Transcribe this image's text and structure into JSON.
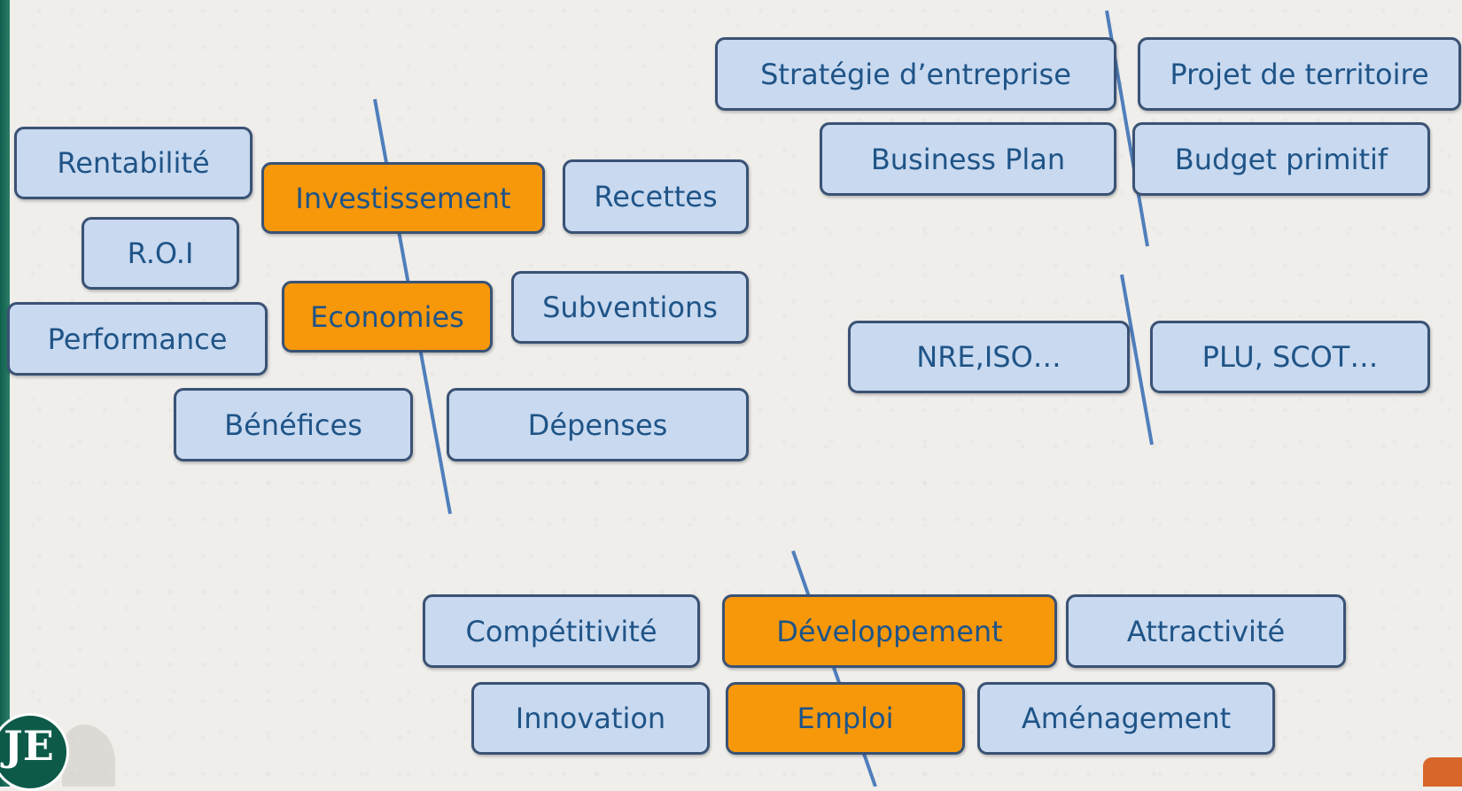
{
  "clusters": {
    "finance": {
      "rentabilite": "Rentabilité",
      "investissement": "Investissement",
      "recettes": "Recettes",
      "roi": "R.O.I",
      "economies": "Economies",
      "subventions": "Subventions",
      "performance": "Performance",
      "benefices": "Bénéfices",
      "depenses": "Dépenses"
    },
    "strategy": {
      "strategie_entreprise": "Stratégie d’entreprise",
      "projet_territoire": "Projet de territoire",
      "business_plan": "Business Plan",
      "budget_primitif": "Budget primitif"
    },
    "norms": {
      "nre_iso": "NRE,ISO…",
      "plu_scot": "PLU, SCOT…"
    },
    "development": {
      "competitivite": "Compétitivité",
      "developpement": "Développement",
      "attractivite": "Attractivité",
      "innovation": "Innovation",
      "emploi": "Emploi",
      "amenagement": "Aménagement"
    }
  },
  "colors": {
    "box_fill": "#c8d9f0",
    "box_border": "#3a5274",
    "highlight_fill": "#f7980a",
    "text": "#1f5487",
    "divider_line": "#4f7ebc"
  },
  "logo": {
    "text": "JE",
    "icon": "organization-logo-icon"
  }
}
